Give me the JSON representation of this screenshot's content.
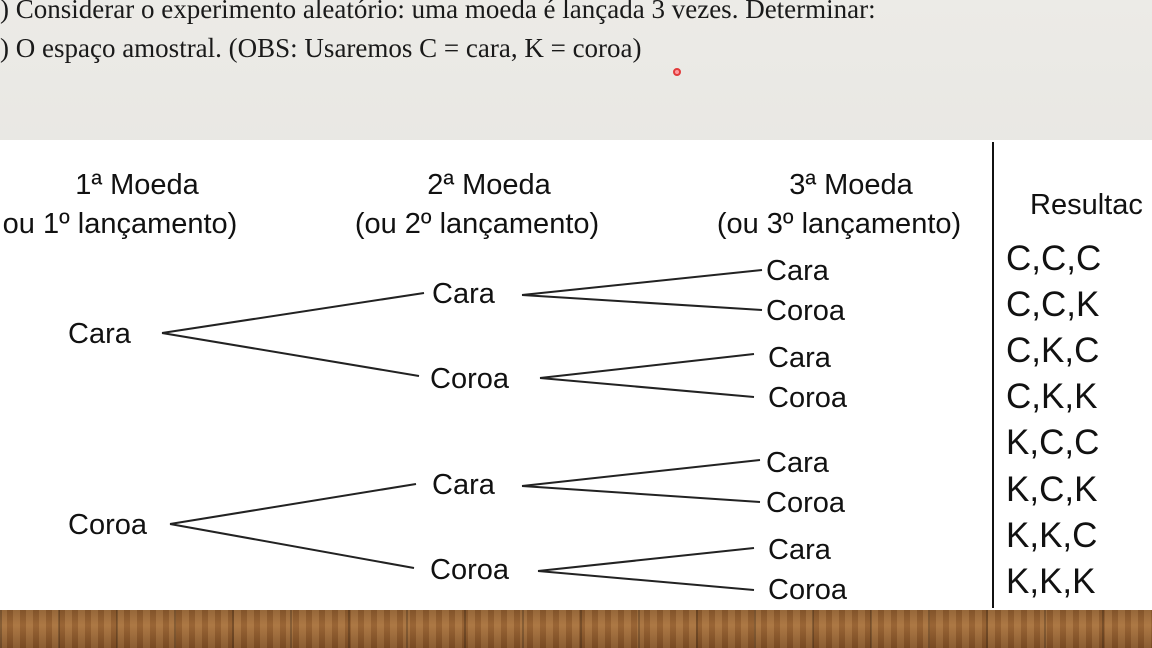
{
  "header": {
    "line1": ") Considerar o experimento aleatório: uma moeda é lançada 3 vezes. Determinar:",
    "line2": ") O espaço amostral. (OBS: Usaremos C = cara, K = coroa)"
  },
  "diagram": {
    "columns": [
      {
        "title": "1ª Moeda",
        "subtitle": "ou 1º lançamento)"
      },
      {
        "title": "2ª Moeda",
        "subtitle": "(ou 2º lançamento)"
      },
      {
        "title": "3ª Moeda",
        "subtitle": "(ou 3º lançamento)"
      }
    ],
    "results_title": "Resultac",
    "level1": [
      "Cara",
      "Coroa"
    ],
    "level2": [
      "Cara",
      "Coroa",
      "Cara",
      "Coroa"
    ],
    "level3": [
      "Cara",
      "Coroa",
      "Cara",
      "Coroa",
      "Cara",
      "Coroa",
      "Cara",
      "Coroa"
    ],
    "results": [
      "C,C,C",
      "C,C,K",
      "C,K,C",
      "C,K,K",
      "K,C,C",
      "K,C,K",
      "K,K,C",
      "K,K,K"
    ],
    "line_color": "#222222"
  }
}
